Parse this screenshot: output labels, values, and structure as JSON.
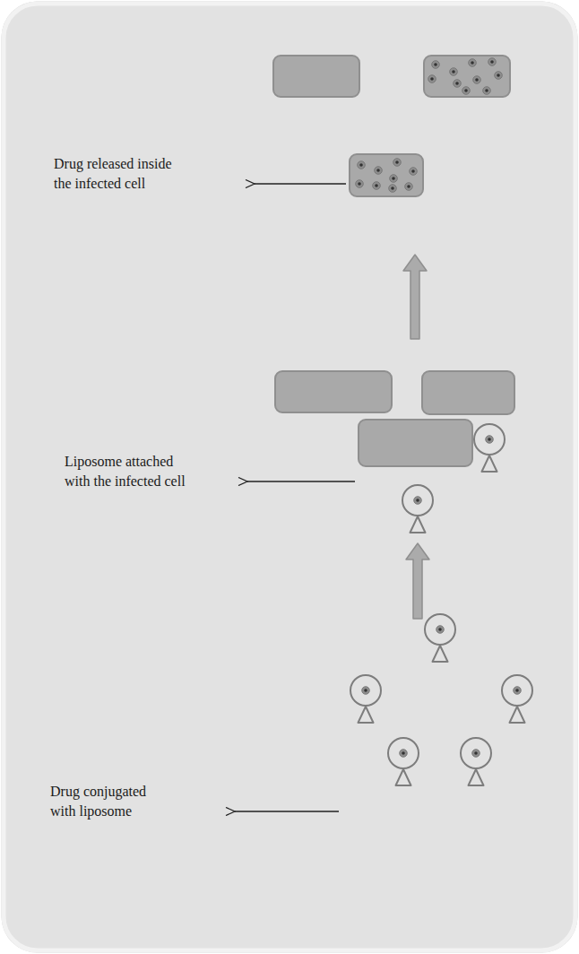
{
  "diagram": {
    "labels": [
      "Drug released inside the infected cell",
      "Liposome attached with the infected cell",
      "Drug conjugated with liposome"
    ]
  }
}
